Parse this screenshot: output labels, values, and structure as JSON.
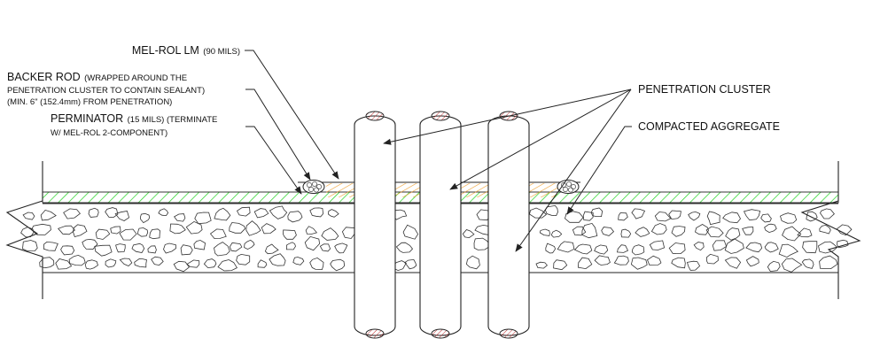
{
  "labels": {
    "melrol_main": "MEL-ROL LM",
    "melrol_sub": "(90 MILS)",
    "backer_main": "BACKER ROD",
    "backer_sub1": "(WRAPPED AROUND THE",
    "backer_sub2": "PENETRATION CLUSTER TO CONTAIN SEALANT)",
    "backer_sub3": "(MIN. 6\" (152.4mm) FROM PENETRATION)",
    "perm_main": "PERMINATOR",
    "perm_sub1": "(15 MILS) (TERMINATE",
    "perm_sub2": "W/ MEL-ROL 2-COMPONENT)",
    "penetration_cluster": "PENETRATION CLUSTER",
    "compacted_aggregate": "COMPACTED AGGREGATE"
  },
  "colors": {
    "line": "#222222",
    "perminator_hatch": "#1fd21f",
    "sealant_hatch": "#f0a030",
    "pipe_cap_hatch": "#c03030"
  }
}
